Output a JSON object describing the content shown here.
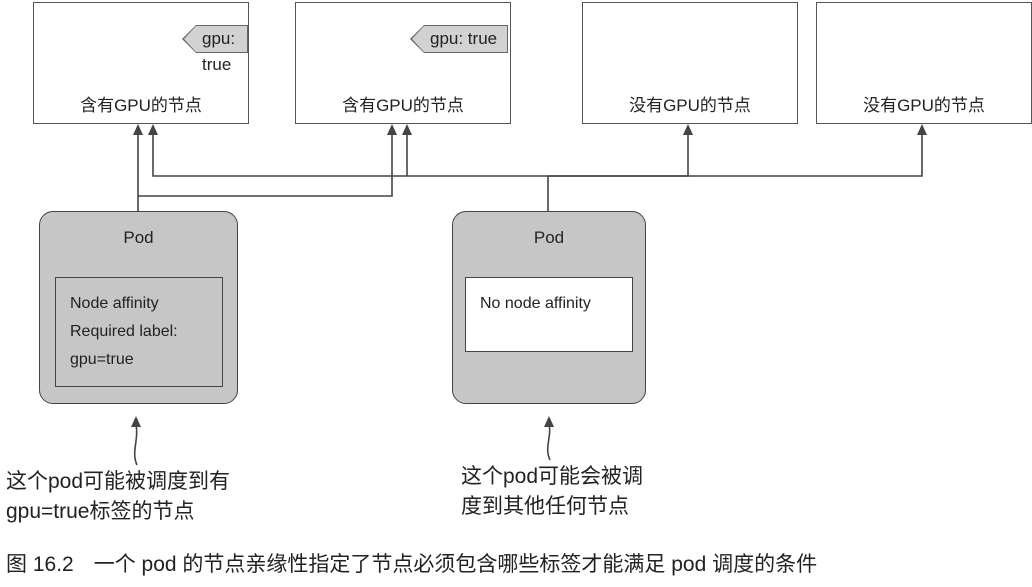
{
  "nodes": [
    {
      "label": "含有GPU的节点",
      "tag": "gpu: true"
    },
    {
      "label": "含有GPU的节点",
      "tag": "gpu: true"
    },
    {
      "label": "没有GPU的节点"
    },
    {
      "label": "没有GPU的节点"
    }
  ],
  "pods": [
    {
      "title": "Pod",
      "affinity_lines": [
        "Node affinity",
        "Required label:",
        "gpu=true"
      ]
    },
    {
      "title": "Pod",
      "affinity_lines": [
        "No node affinity"
      ]
    }
  ],
  "annotations": [
    {
      "lines": [
        "这个pod可能被调度到有",
        "gpu=true标签的节点"
      ]
    },
    {
      "lines": [
        "这个pod可能会被调",
        "度到其他任何节点"
      ]
    }
  ],
  "caption": {
    "number": "图 16.2",
    "text": "一个 pod 的节点亲缘性指定了节点必须包含哪些标签才能满足 pod 调度的条件"
  },
  "colors": {
    "pod_fill": "#c6c6c6",
    "tag_fill": "#d2d2d2",
    "line": "#444444"
  }
}
